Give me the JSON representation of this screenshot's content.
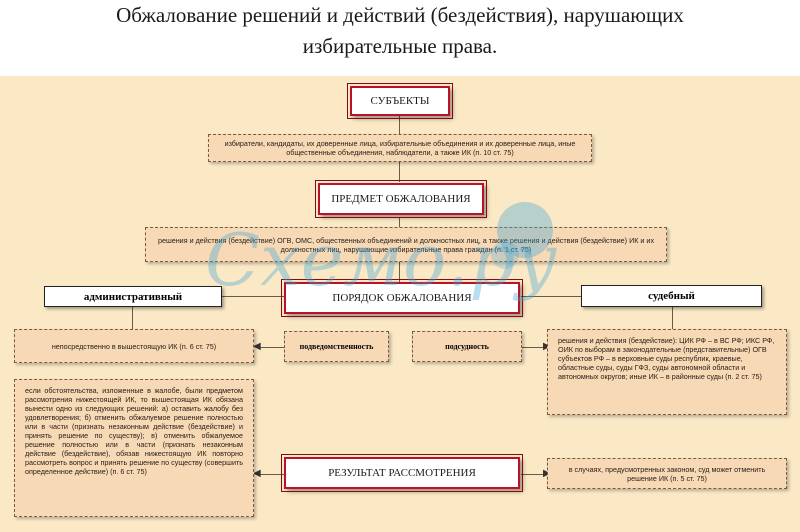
{
  "title": {
    "line1": "Обжалование решений и действий (бездействия), нарушающих",
    "line2": "избирательные права."
  },
  "subjects": {
    "heading": "СУБЪЕКТЫ",
    "text": "избиратели, кандидаты, их доверенные лица, избирательные объединения и их доверенные лица, иные общественные объединения, наблюдатели, а также ИК (п. 10 ст. 75)"
  },
  "subject_matter": {
    "heading": "ПРЕДМЕТ ОБЖАЛОВАНИЯ",
    "text": "решения и действия (бездействие) ОГВ, ОМС, общественных объединений и должностных лиц, а также решения и действия (бездействие) ИК и их должностных лиц, нарушающие избирательные права граждан (п. 1 ст. 75)"
  },
  "procedure": {
    "heading": "ПОРЯДОК ОБЖАЛОВАНИЯ",
    "left_label": "административный",
    "right_label": "судебный"
  },
  "admin": {
    "text": "непосредственно в вышестоящую ИК (п. 6 ст. 75)",
    "label": "подведомственность"
  },
  "judicial": {
    "label": "подсудность",
    "text": "решения и действия (бездействие): ЦИК РФ – в ВС РФ; ИКС РФ, ОИК по выборам в законодательные (представительные) ОГВ субъектов РФ – в верховные суды республик, краевые, областные суды, суды ГФЗ, суды автономной области и автономных округов; иные ИК – в районные суды (п. 2 ст. 75)"
  },
  "result": {
    "heading": "РЕЗУЛЬТАТ РАССМОТРЕНИЯ",
    "left_text": "если обстоятельства, изложенные в жалобе, были предметом рассмотрения нижестоящей ИК, то вышестоящая ИК обязана вынести одно из следующих решений: а) оставить жалобу без удовлетворения; б) отменить обжалуемое решение полностью или в части (признать незаконным действие (бездействие) и принять решение по существу); в) отменить обжалуемое решение полностью или в части (признать незаконным действие (бездействие), обязав нижестоящую ИК повторно рассмотреть вопрос и принять решение по существу (совершить определенное действие) (п. 6 ст. 75)",
    "right_text": "в случаях, предусмотренных законом, суд может отменить решение ИК (п. 5 ст. 75)"
  },
  "watermark": {
    "text": "Схемо.ру"
  },
  "colors": {
    "panel": "#fbe9c6",
    "box": "#f7d9b6",
    "heading_border": "#b8132a",
    "watermark": "#3aa3d6"
  }
}
